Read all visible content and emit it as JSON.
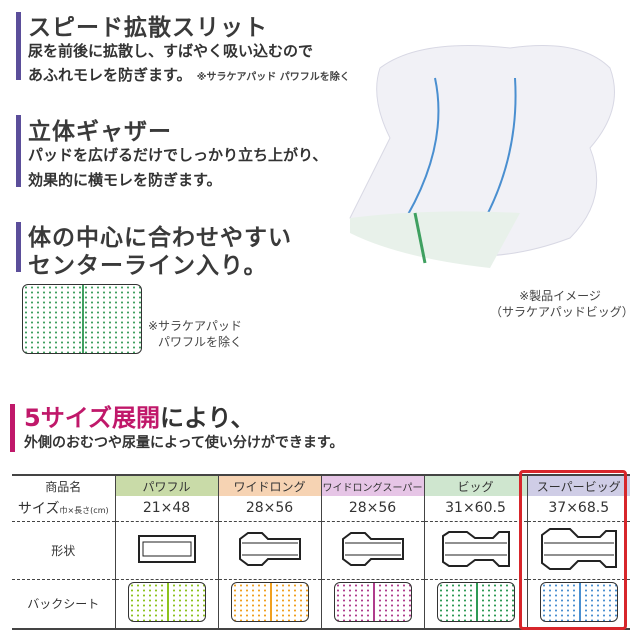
{
  "features": [
    {
      "title": "スピード拡散スリット",
      "lines": [
        "尿を前後に拡散し、すばやく吸い込むので",
        "あふれモレを防ぎます。"
      ],
      "note": "※サラケアパッド パワフルを除く"
    },
    {
      "title": "立体ギャザー",
      "lines": [
        "パッドを広げるだけでしっかり立ち上がり、",
        "効果的に横モレを防ぎます。"
      ]
    },
    {
      "title_lines": [
        "体の中心に合わせやすい",
        "センターライン入り。"
      ],
      "note_lines": [
        "※サラケアパッド",
        "パワフルを除く"
      ]
    }
  ],
  "image_caption": [
    "※製品イメージ",
    "（サラケアパッドビッグ）"
  ],
  "sizes_heading": {
    "highlight": "5サイズ展開",
    "rest": "により、",
    "subtitle": "外側のおむつや尿量によって使い分けができます。"
  },
  "table": {
    "row_labels": {
      "name": "商品名",
      "size": "サイズ",
      "size_unit": "巾×長さ(cm)",
      "shape": "形状",
      "backsheet": "バックシート"
    },
    "products": [
      {
        "name": "パワフル",
        "size": "21×48",
        "color": "#c9dba8",
        "accent": "#8dc21f"
      },
      {
        "name": "ワイドロング",
        "size": "28×56",
        "color": "#f6d3b3",
        "accent": "#f0a020"
      },
      {
        "name": "ワイドロングスーパー",
        "size": "28×56",
        "color": "#e6c5e6",
        "accent": "#b03c8c"
      },
      {
        "name": "ビッグ",
        "size": "31×60.5",
        "color": "#cfe6cf",
        "accent": "#2e9a55"
      },
      {
        "name": "スーパービッグ",
        "size": "37×68.5",
        "color": "#cfcde6",
        "accent": "#4a8fd0"
      }
    ],
    "highlighted": "スーパービッグ"
  },
  "colors": {
    "bar": "#5b4e9a",
    "magenta": "#c0186a",
    "highlight_border": "#d7262b"
  }
}
